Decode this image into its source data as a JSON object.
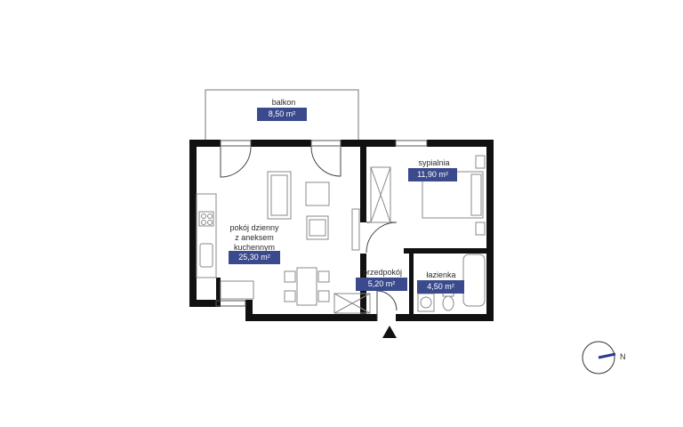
{
  "rooms": {
    "balcony": {
      "name": "balkon",
      "area": "8,50 m²"
    },
    "living": {
      "name_lines": [
        "pokój dzienny",
        "z aneksem",
        "kuchennym"
      ],
      "area": "25,30 m²"
    },
    "bedroom": {
      "name": "sypialnia",
      "area": "11,90 m²"
    },
    "hall": {
      "name": "przedpokój",
      "area": "5,20 m²"
    },
    "bathroom": {
      "name": "łazienka",
      "area": "4,50 m²"
    }
  },
  "compass": {
    "letter": "N"
  },
  "colors": {
    "wall": "#111111",
    "badge": "#3a4a8c",
    "furniture": "#888888",
    "compass_needle": "#2d3a8c"
  },
  "icons": [
    "entrance-arrow-icon",
    "compass-icon"
  ]
}
